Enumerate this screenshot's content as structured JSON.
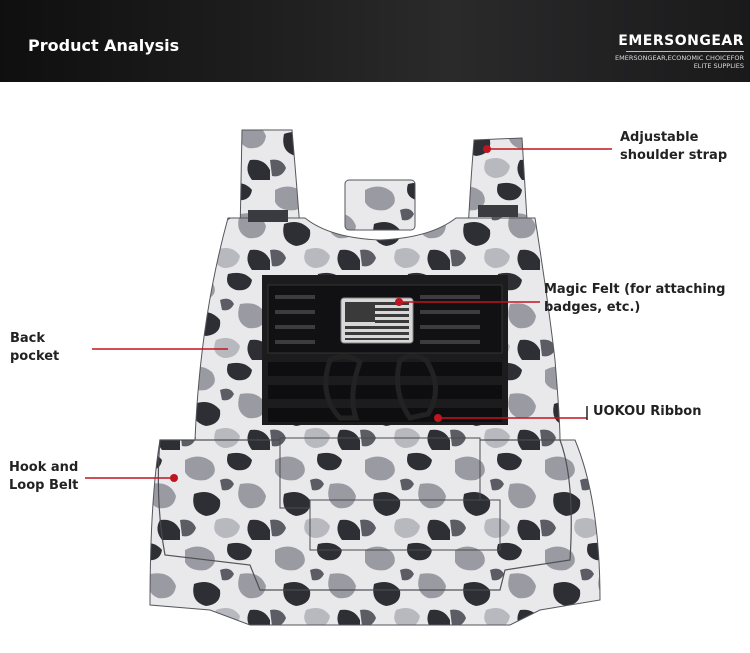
{
  "banner": {
    "title": "Product Analysis",
    "brand": "EMERSONGEAR",
    "tagline_line1": "EMERSONGEAR,ECONOMIC CHOICEFOR",
    "tagline_line2": "ELITE SUPPLIES"
  },
  "callouts": {
    "shoulder_strap_line1": "Adjustable",
    "shoulder_strap_line2": "shoulder strap",
    "magic_felt_line1": "Magic Felt (for attaching",
    "magic_felt_line2": "badges, etc.)",
    "back_pocket_line1": "Back",
    "back_pocket_line2": "pocket",
    "ribbon": "UOKOU Ribbon",
    "belt_line1": "Hook and",
    "belt_line2": "Loop Belt"
  },
  "colors": {
    "callout_line": "#c0141e",
    "banner_bg": "#1e1e1f",
    "camo_light": "#e9e9ec",
    "camo_mid": "#9a9ba2",
    "camo_dark": "#2e2f34"
  }
}
